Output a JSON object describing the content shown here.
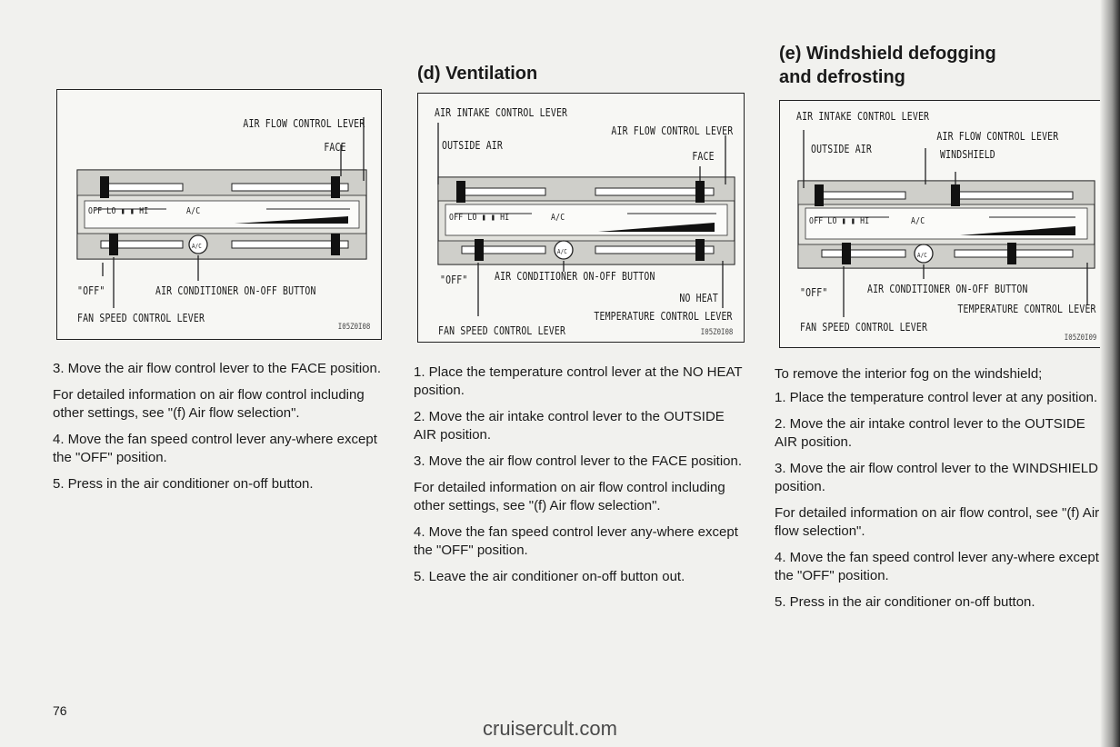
{
  "headings": {
    "ventilation": "(d) Ventilation",
    "defrost_line1": "(e) Windshield defogging",
    "defrost_line2": "and defrosting"
  },
  "figures": {
    "left": {
      "labels": {
        "air_flow": "AIR FLOW CONTROL LEVER",
        "face": "FACE",
        "off": "\"OFF\"",
        "ac_button": "AIR CONDITIONER ON-OFF BUTTON",
        "fan_speed": "FAN SPEED CONTROL LEVER",
        "code": "I05Z0I08"
      }
    },
    "middle": {
      "labels": {
        "air_intake": "AIR INTAKE CONTROL LEVER",
        "air_flow": "AIR FLOW CONTROL LEVER",
        "outside_air": "OUTSIDE AIR",
        "face": "FACE",
        "off": "\"OFF\"",
        "ac_button": "AIR CONDITIONER ON-OFF BUTTON",
        "no_heat": "NO HEAT",
        "temp": "TEMPERATURE CONTROL LEVER",
        "fan_speed": "FAN SPEED CONTROL LEVER",
        "code": "I05Z0I08"
      }
    },
    "right": {
      "labels": {
        "air_intake": "AIR INTAKE CONTROL LEVER",
        "air_flow": "AIR FLOW CONTROL LEVER",
        "outside_air": "OUTSIDE AIR",
        "windshield": "WINDSHIELD",
        "off": "\"OFF\"",
        "ac_button": "AIR CONDITIONER ON-OFF BUTTON",
        "temp": "TEMPERATURE CONTROL LEVER",
        "fan_speed": "FAN SPEED CONTROL LEVER",
        "code": "I05Z0I09"
      }
    },
    "panel": {
      "scale_text": "OFF  LO  ▮  ▮  HI",
      "ac_small": "A/C",
      "ac_knob": "A/C"
    }
  },
  "columns": {
    "left": [
      "3. Move the air flow control lever to the FACE position.",
      "For detailed information on air flow control including other settings, see \"(f) Air flow selection\".",
      "4. Move the fan speed control lever any-where except the \"OFF\" position.",
      "5. Press in the air conditioner on-off button."
    ],
    "middle": [
      "1. Place the temperature control lever at the NO HEAT position.",
      "2. Move the air intake control lever to the OUTSIDE AIR position.",
      "3. Move the air flow control lever to the FACE position.",
      "For detailed information on air flow control including other settings, see \"(f) Air flow selection\".",
      "4. Move the fan speed control lever any-where except the \"OFF\" position.",
      "5. Leave the air conditioner on-off button out."
    ],
    "right": [
      "To remove the interior fog on the windshield;",
      "1. Place the temperature control lever at any position.",
      "2. Move the air intake control lever to the OUTSIDE AIR position.",
      "3. Move the air flow control lever to the WINDSHIELD position.",
      "For detailed information on air flow control, see \"(f) Air flow selection\".",
      "4. Move the fan speed control lever any-where except the \"OFF\" position.",
      "5. Press in the air conditioner on-off button."
    ]
  },
  "page_number": "76",
  "watermark": "cruisercult.com"
}
